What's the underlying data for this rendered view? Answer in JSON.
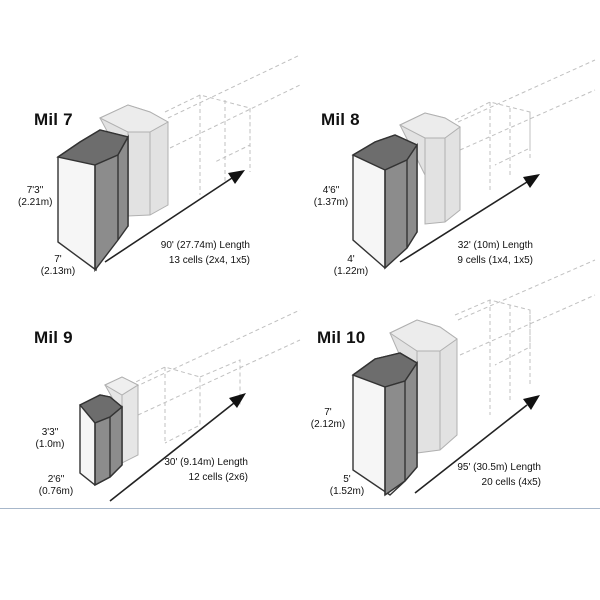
{
  "panels": [
    {
      "id": "mil7",
      "title": "Mil 7",
      "height": [
        "7'3\"",
        "(2.21m)"
      ],
      "width": [
        "7'",
        "(2.13m)"
      ],
      "length": "90' (27.74m) Length",
      "cells": "13 cells (2x4, 1x5)"
    },
    {
      "id": "mil8",
      "title": "Mil 8",
      "height": [
        "4'6\"",
        "(1.37m)"
      ],
      "width": [
        "4'",
        "(1.22m)"
      ],
      "length": "32' (10m) Length",
      "cells": "9 cells (1x4, 1x5)"
    },
    {
      "id": "mil9",
      "title": "Mil 9",
      "height": [
        "3'3\"",
        "(1.0m)"
      ],
      "width": [
        "2'6\"",
        "(0.76m)"
      ],
      "length": "30' (9.14m) Length",
      "cells": "12 cells (2x6)"
    },
    {
      "id": "mil10",
      "title": "Mil 10",
      "height": [
        "7'",
        "(2.12m)"
      ],
      "width": [
        "5'",
        "(1.52m)"
      ],
      "length": "95' (30.5m) Length",
      "cells": "20 cells (4x5)"
    }
  ],
  "colors": {
    "front_face": "#f4f4f4",
    "side_face": "#8e8e8e",
    "dark_edge": "#333333",
    "ghost_fill": "#dedede",
    "ghost_edge": "#b5b5b5",
    "divider": "#a7b7ca"
  }
}
